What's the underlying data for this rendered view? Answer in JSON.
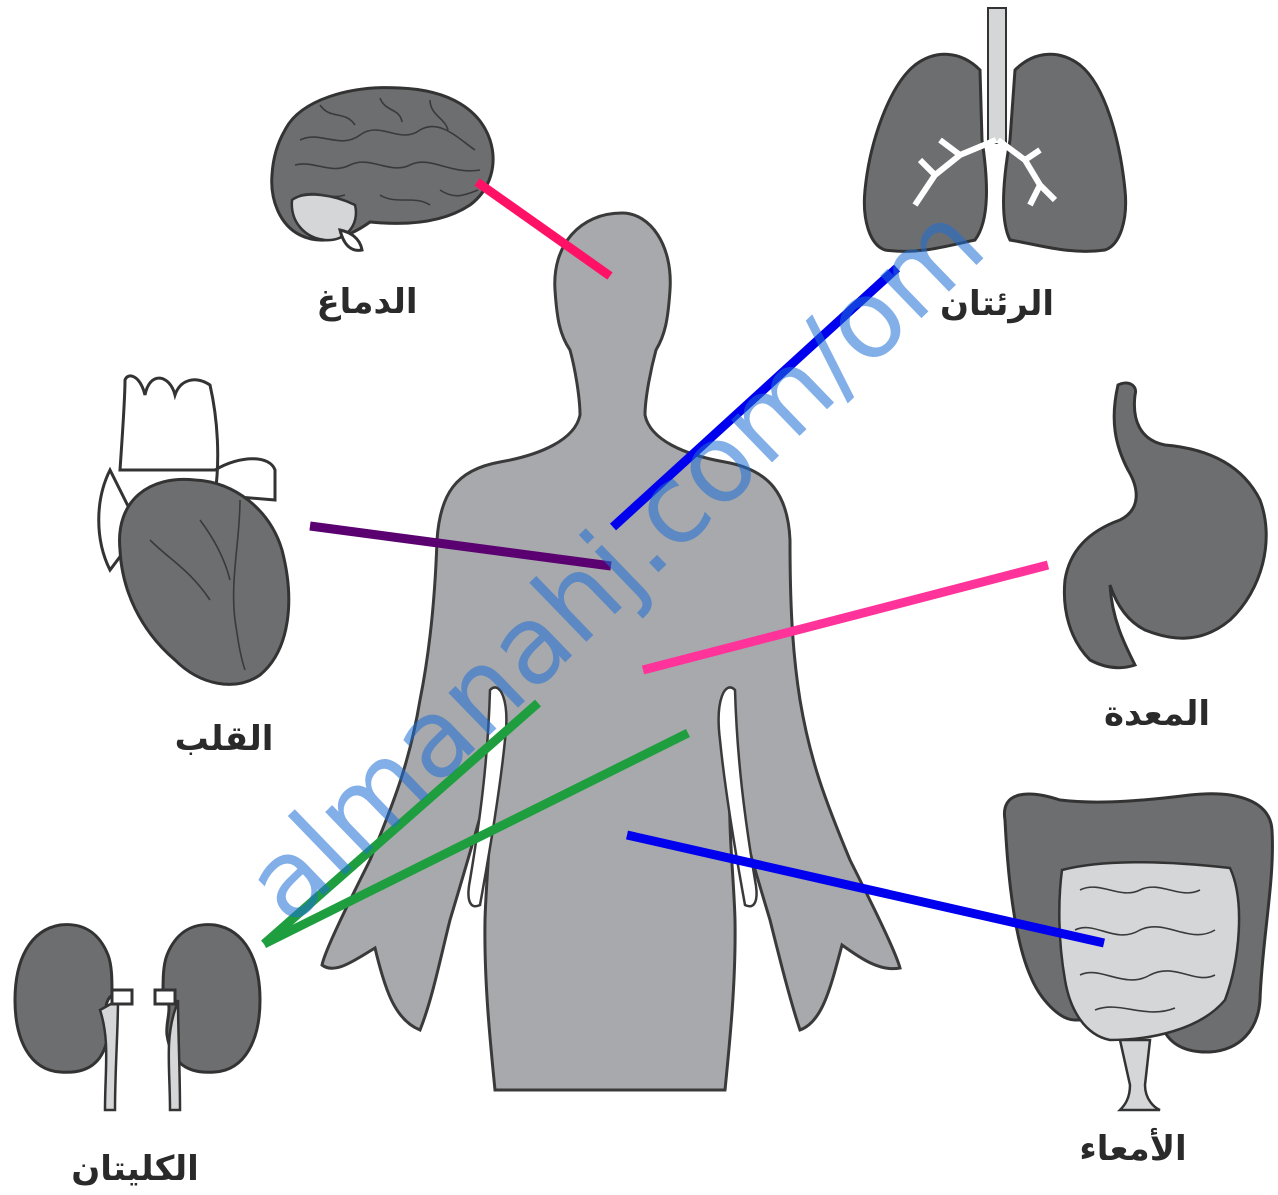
{
  "labels": {
    "brain": "الدماغ",
    "lungs": "الرئتان",
    "heart": "القلب",
    "stomach": "المعدة",
    "intestines": "الأمعاء",
    "kidneys": "الكليتان"
  },
  "watermark": "almanahj.com/om",
  "colors": {
    "brain_line": "#ff1166",
    "lungs_line": "#0000ee",
    "heart_line": "#5a0070",
    "stomach_line": "#ff3399",
    "intestines_line": "#0000ee",
    "kidneys_line": "#1e9e3e",
    "body": "#a7a9ac",
    "organ": "#6d6e70",
    "watermark": "#1f6fd6"
  },
  "icons": [
    "brain-icon",
    "lungs-icon",
    "heart-icon",
    "stomach-icon",
    "intestines-icon",
    "kidneys-icon",
    "human-body-silhouette"
  ]
}
